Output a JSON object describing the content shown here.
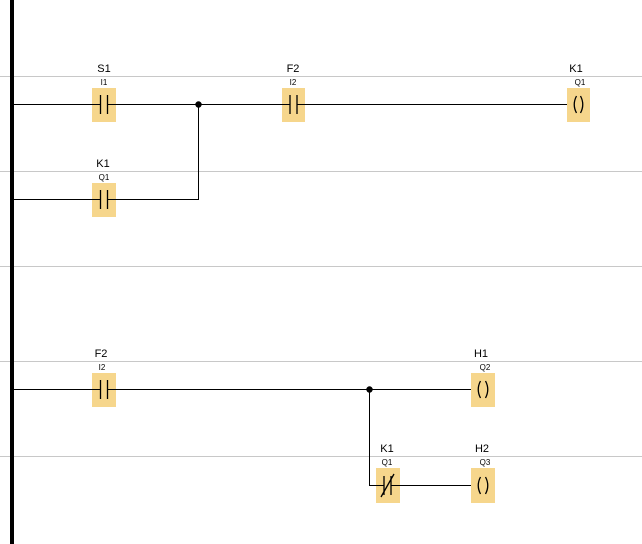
{
  "colors": {
    "highlight": "#f6d68c",
    "wire": "#000000",
    "grid": "#c8c8c8",
    "background": "#ffffff"
  },
  "rungs": [
    {
      "elements": [
        {
          "id": "s1",
          "type": "no-contact",
          "name": "S1",
          "address": "I1"
        },
        {
          "id": "f2a",
          "type": "no-contact",
          "name": "F2",
          "address": "I2"
        },
        {
          "id": "k1coil",
          "type": "coil",
          "name": "K1",
          "address": "Q1"
        },
        {
          "id": "k1seal",
          "type": "no-contact",
          "name": "K1",
          "address": "Q1"
        }
      ]
    },
    {
      "elements": [
        {
          "id": "f2b",
          "type": "no-contact",
          "name": "F2",
          "address": "I2"
        },
        {
          "id": "h1",
          "type": "coil",
          "name": "H1",
          "address": "Q2"
        },
        {
          "id": "k1nc",
          "type": "nc-contact",
          "name": "K1",
          "address": "Q1"
        },
        {
          "id": "h2",
          "type": "coil",
          "name": "H2",
          "address": "Q3"
        }
      ]
    }
  ]
}
